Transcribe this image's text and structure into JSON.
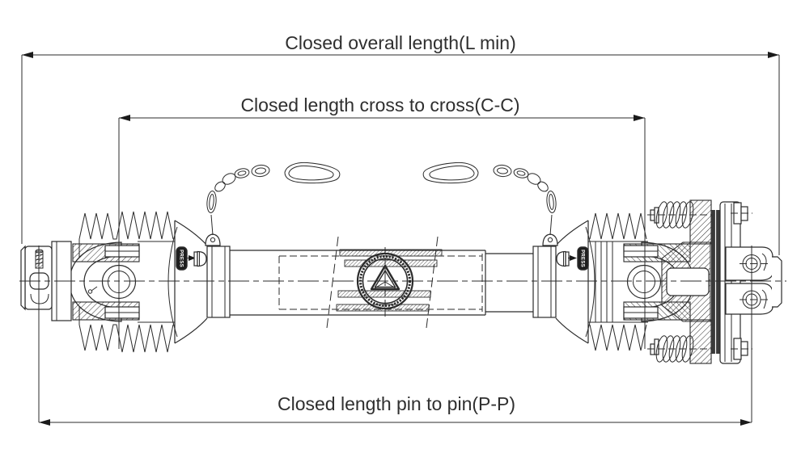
{
  "diagram": {
    "dimensions": {
      "overall_length": "Closed overall length(L min)",
      "cross_to_cross": "Closed length cross to cross(C-C)",
      "pin_to_pin": "Closed length pin to pin(P-P)"
    },
    "markings": {
      "press_left": "PRESS",
      "press_right": "PRESS"
    },
    "colors": {
      "background": "#ffffff",
      "line": "#2b2b2b",
      "text": "#2f2f2f"
    }
  }
}
